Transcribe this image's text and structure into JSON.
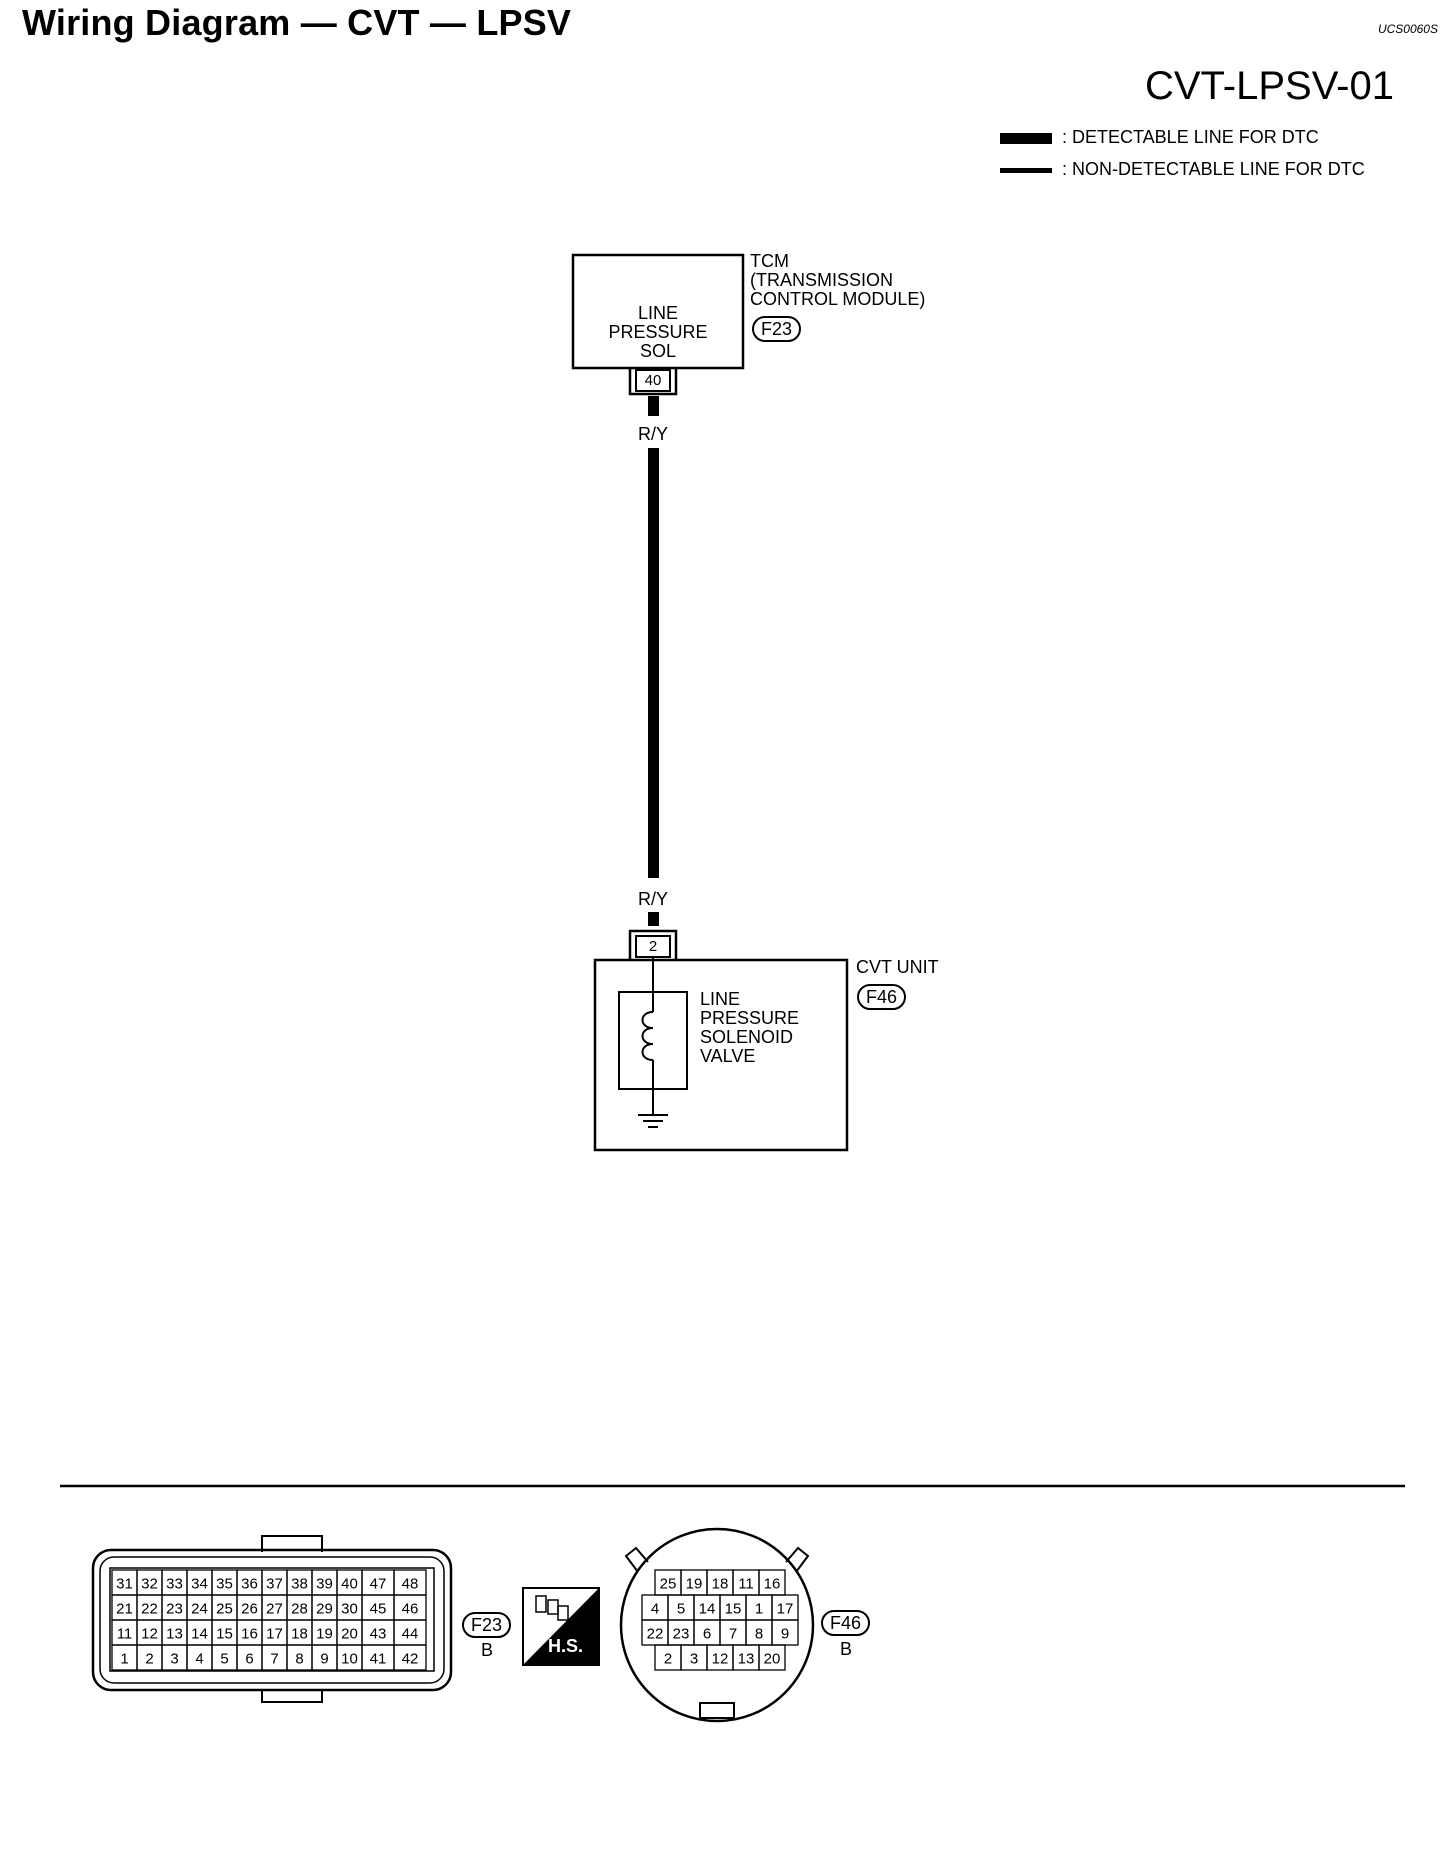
{
  "header": {
    "title": "Wiring Diagram — CVT — LPSV",
    "doc_code": "UCS0060S",
    "diagram_id": "CVT-LPSV-01"
  },
  "legend": {
    "detectable": ": DETECTABLE LINE FOR DTC",
    "non_detectable": ": NON-DETECTABLE LINE FOR DTC"
  },
  "tcm": {
    "name_lines": [
      "TCM",
      "(TRANSMISSION",
      "CONTROL MODULE)"
    ],
    "connector": "F23",
    "inner_lines": [
      "LINE",
      "PRESSURE",
      "SOL"
    ],
    "pin": "40"
  },
  "wire": {
    "color_top": "R/Y",
    "color_bottom": "R/Y"
  },
  "cvt_unit": {
    "name": "CVT UNIT",
    "connector": "F46",
    "pin": "2",
    "component_lines": [
      "LINE",
      "PRESSURE",
      "SOLENOID",
      "VALVE"
    ]
  },
  "connectors": {
    "f23": {
      "id": "F23",
      "color": "B",
      "rows": [
        [
          "31",
          "32",
          "33",
          "34",
          "35",
          "36",
          "37",
          "38",
          "39",
          "40",
          "47",
          "48"
        ],
        [
          "21",
          "22",
          "23",
          "24",
          "25",
          "26",
          "27",
          "28",
          "29",
          "30",
          "45",
          "46"
        ],
        [
          "11",
          "12",
          "13",
          "14",
          "15",
          "16",
          "17",
          "18",
          "19",
          "20",
          "43",
          "44"
        ],
        [
          "1",
          "2",
          "3",
          "4",
          "5",
          "6",
          "7",
          "8",
          "9",
          "10",
          "41",
          "42"
        ]
      ]
    },
    "hs": {
      "label": "H.S."
    },
    "f46": {
      "id": "F46",
      "color": "B",
      "rows": [
        [
          "25",
          "19",
          "18",
          "11",
          "16"
        ],
        [
          "4",
          "5",
          "14",
          "15",
          "1",
          "17"
        ],
        [
          "22",
          "23",
          "6",
          "7",
          "8",
          "9"
        ],
        [
          "2",
          "3",
          "12",
          "13",
          "20"
        ]
      ]
    }
  }
}
